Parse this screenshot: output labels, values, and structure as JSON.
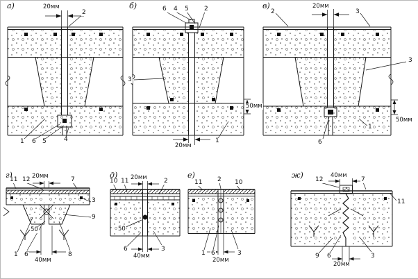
{
  "panels": {
    "a": {
      "label": "а)",
      "dim_top": "20мм",
      "c2": "2",
      "c1": "1",
      "c6": "6",
      "c5": "5",
      "c4": "4"
    },
    "b": {
      "label": "б)",
      "c6": "6",
      "c4": "4",
      "c5": "5",
      "c2": "2",
      "c3": "3",
      "dim_right": "50мм",
      "dim_bottom": "20мм",
      "c1": "1"
    },
    "v": {
      "label": "в)",
      "c2": "2",
      "dim_top": "20мм",
      "c3_top": "3",
      "c3_right": "3",
      "dim_right": "50мм",
      "c6": "6",
      "c1": "1"
    },
    "g": {
      "label": "г)",
      "c11": "11",
      "c12": "12",
      "dim_top": "20мм",
      "c7": "7",
      "c3": "3",
      "c9": "9",
      "note": "50",
      "c1": "1",
      "c6": "6",
      "dim_bottom": "40мм",
      "c8": "8"
    },
    "d": {
      "label": "д)",
      "c10": "10",
      "c11": "11",
      "dim_top": "20мм",
      "c2": "2",
      "note": "50",
      "c6": "6",
      "dim_bottom": "40мм",
      "c3": "3"
    },
    "e": {
      "label": "е)",
      "c11": "11",
      "c2": "2",
      "c10": "10",
      "c1": "1",
      "c6": "6",
      "dim_bottom": "20мм",
      "c3": "3"
    },
    "zh": {
      "label": "ж)",
      "c12": "12",
      "dim_top": "40мм",
      "c7": "7",
      "c11": "11",
      "c9": "9",
      "c6": "6",
      "dim_bottom": "20мм",
      "c3": "3"
    }
  }
}
